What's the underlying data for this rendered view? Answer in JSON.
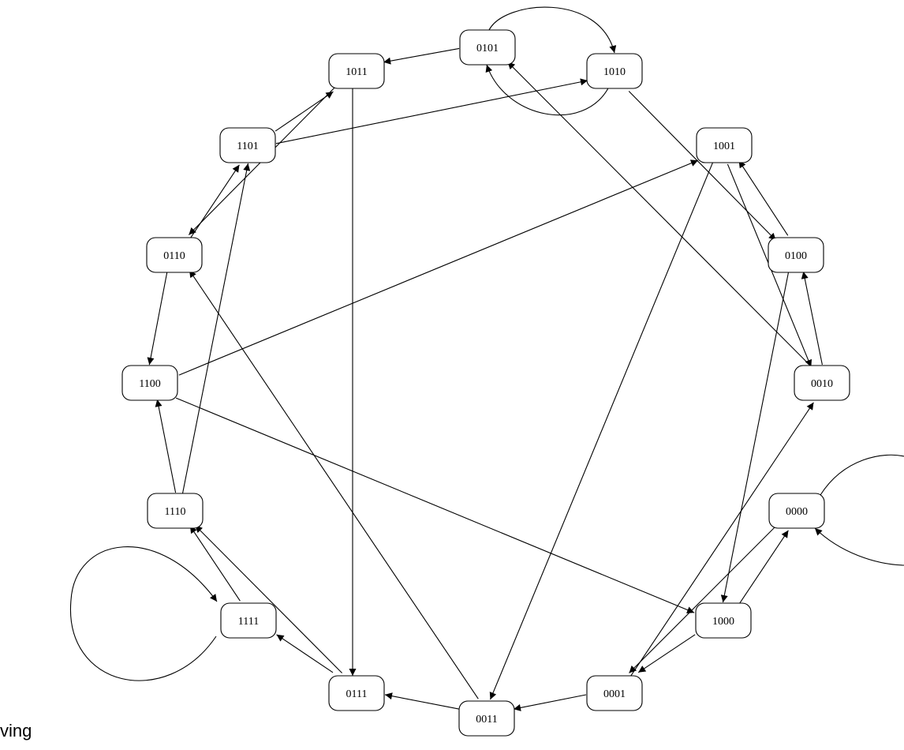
{
  "diagram": {
    "nodes": [
      {
        "id": "0101",
        "label": "0101"
      },
      {
        "id": "1011",
        "label": "1011"
      },
      {
        "id": "1010",
        "label": "1010"
      },
      {
        "id": "1101",
        "label": "1101"
      },
      {
        "id": "1001",
        "label": "1001"
      },
      {
        "id": "0110",
        "label": "0110"
      },
      {
        "id": "0100",
        "label": "0100"
      },
      {
        "id": "1100",
        "label": "1100"
      },
      {
        "id": "0010",
        "label": "0010"
      },
      {
        "id": "1110",
        "label": "1110"
      },
      {
        "id": "0000",
        "label": "0000"
      },
      {
        "id": "1111",
        "label": "1111"
      },
      {
        "id": "1000",
        "label": "1000"
      },
      {
        "id": "0111",
        "label": "0111"
      },
      {
        "id": "0001",
        "label": "0001"
      },
      {
        "id": "0011",
        "label": "0011"
      }
    ],
    "edges": [
      {
        "from": "0101",
        "to": "1011"
      },
      {
        "from": "0101",
        "to": "1010"
      },
      {
        "from": "1010",
        "to": "0101"
      },
      {
        "from": "1010",
        "to": "0100"
      },
      {
        "from": "1011",
        "to": "0111"
      },
      {
        "from": "1011",
        "to": "0110"
      },
      {
        "from": "1101",
        "to": "1011"
      },
      {
        "from": "1101",
        "to": "1010"
      },
      {
        "from": "0110",
        "to": "1101"
      },
      {
        "from": "0110",
        "to": "1100"
      },
      {
        "from": "1100",
        "to": "1001"
      },
      {
        "from": "1100",
        "to": "1000"
      },
      {
        "from": "1110",
        "to": "1100"
      },
      {
        "from": "1110",
        "to": "1101"
      },
      {
        "from": "1111",
        "to": "1111"
      },
      {
        "from": "1111",
        "to": "1110"
      },
      {
        "from": "0111",
        "to": "1110"
      },
      {
        "from": "0111",
        "to": "1111"
      },
      {
        "from": "0011",
        "to": "0111"
      },
      {
        "from": "0011",
        "to": "0110"
      },
      {
        "from": "0001",
        "to": "0011"
      },
      {
        "from": "0001",
        "to": "0010"
      },
      {
        "from": "1000",
        "to": "0001"
      },
      {
        "from": "1000",
        "to": "0000"
      },
      {
        "from": "0000",
        "to": "0000"
      },
      {
        "from": "0000",
        "to": "0001"
      },
      {
        "from": "0010",
        "to": "0101"
      },
      {
        "from": "0010",
        "to": "0100"
      },
      {
        "from": "0100",
        "to": "1001"
      },
      {
        "from": "0100",
        "to": "1000"
      },
      {
        "from": "1001",
        "to": "0010"
      },
      {
        "from": "1001",
        "to": "0011"
      }
    ]
  },
  "caption": "ving"
}
